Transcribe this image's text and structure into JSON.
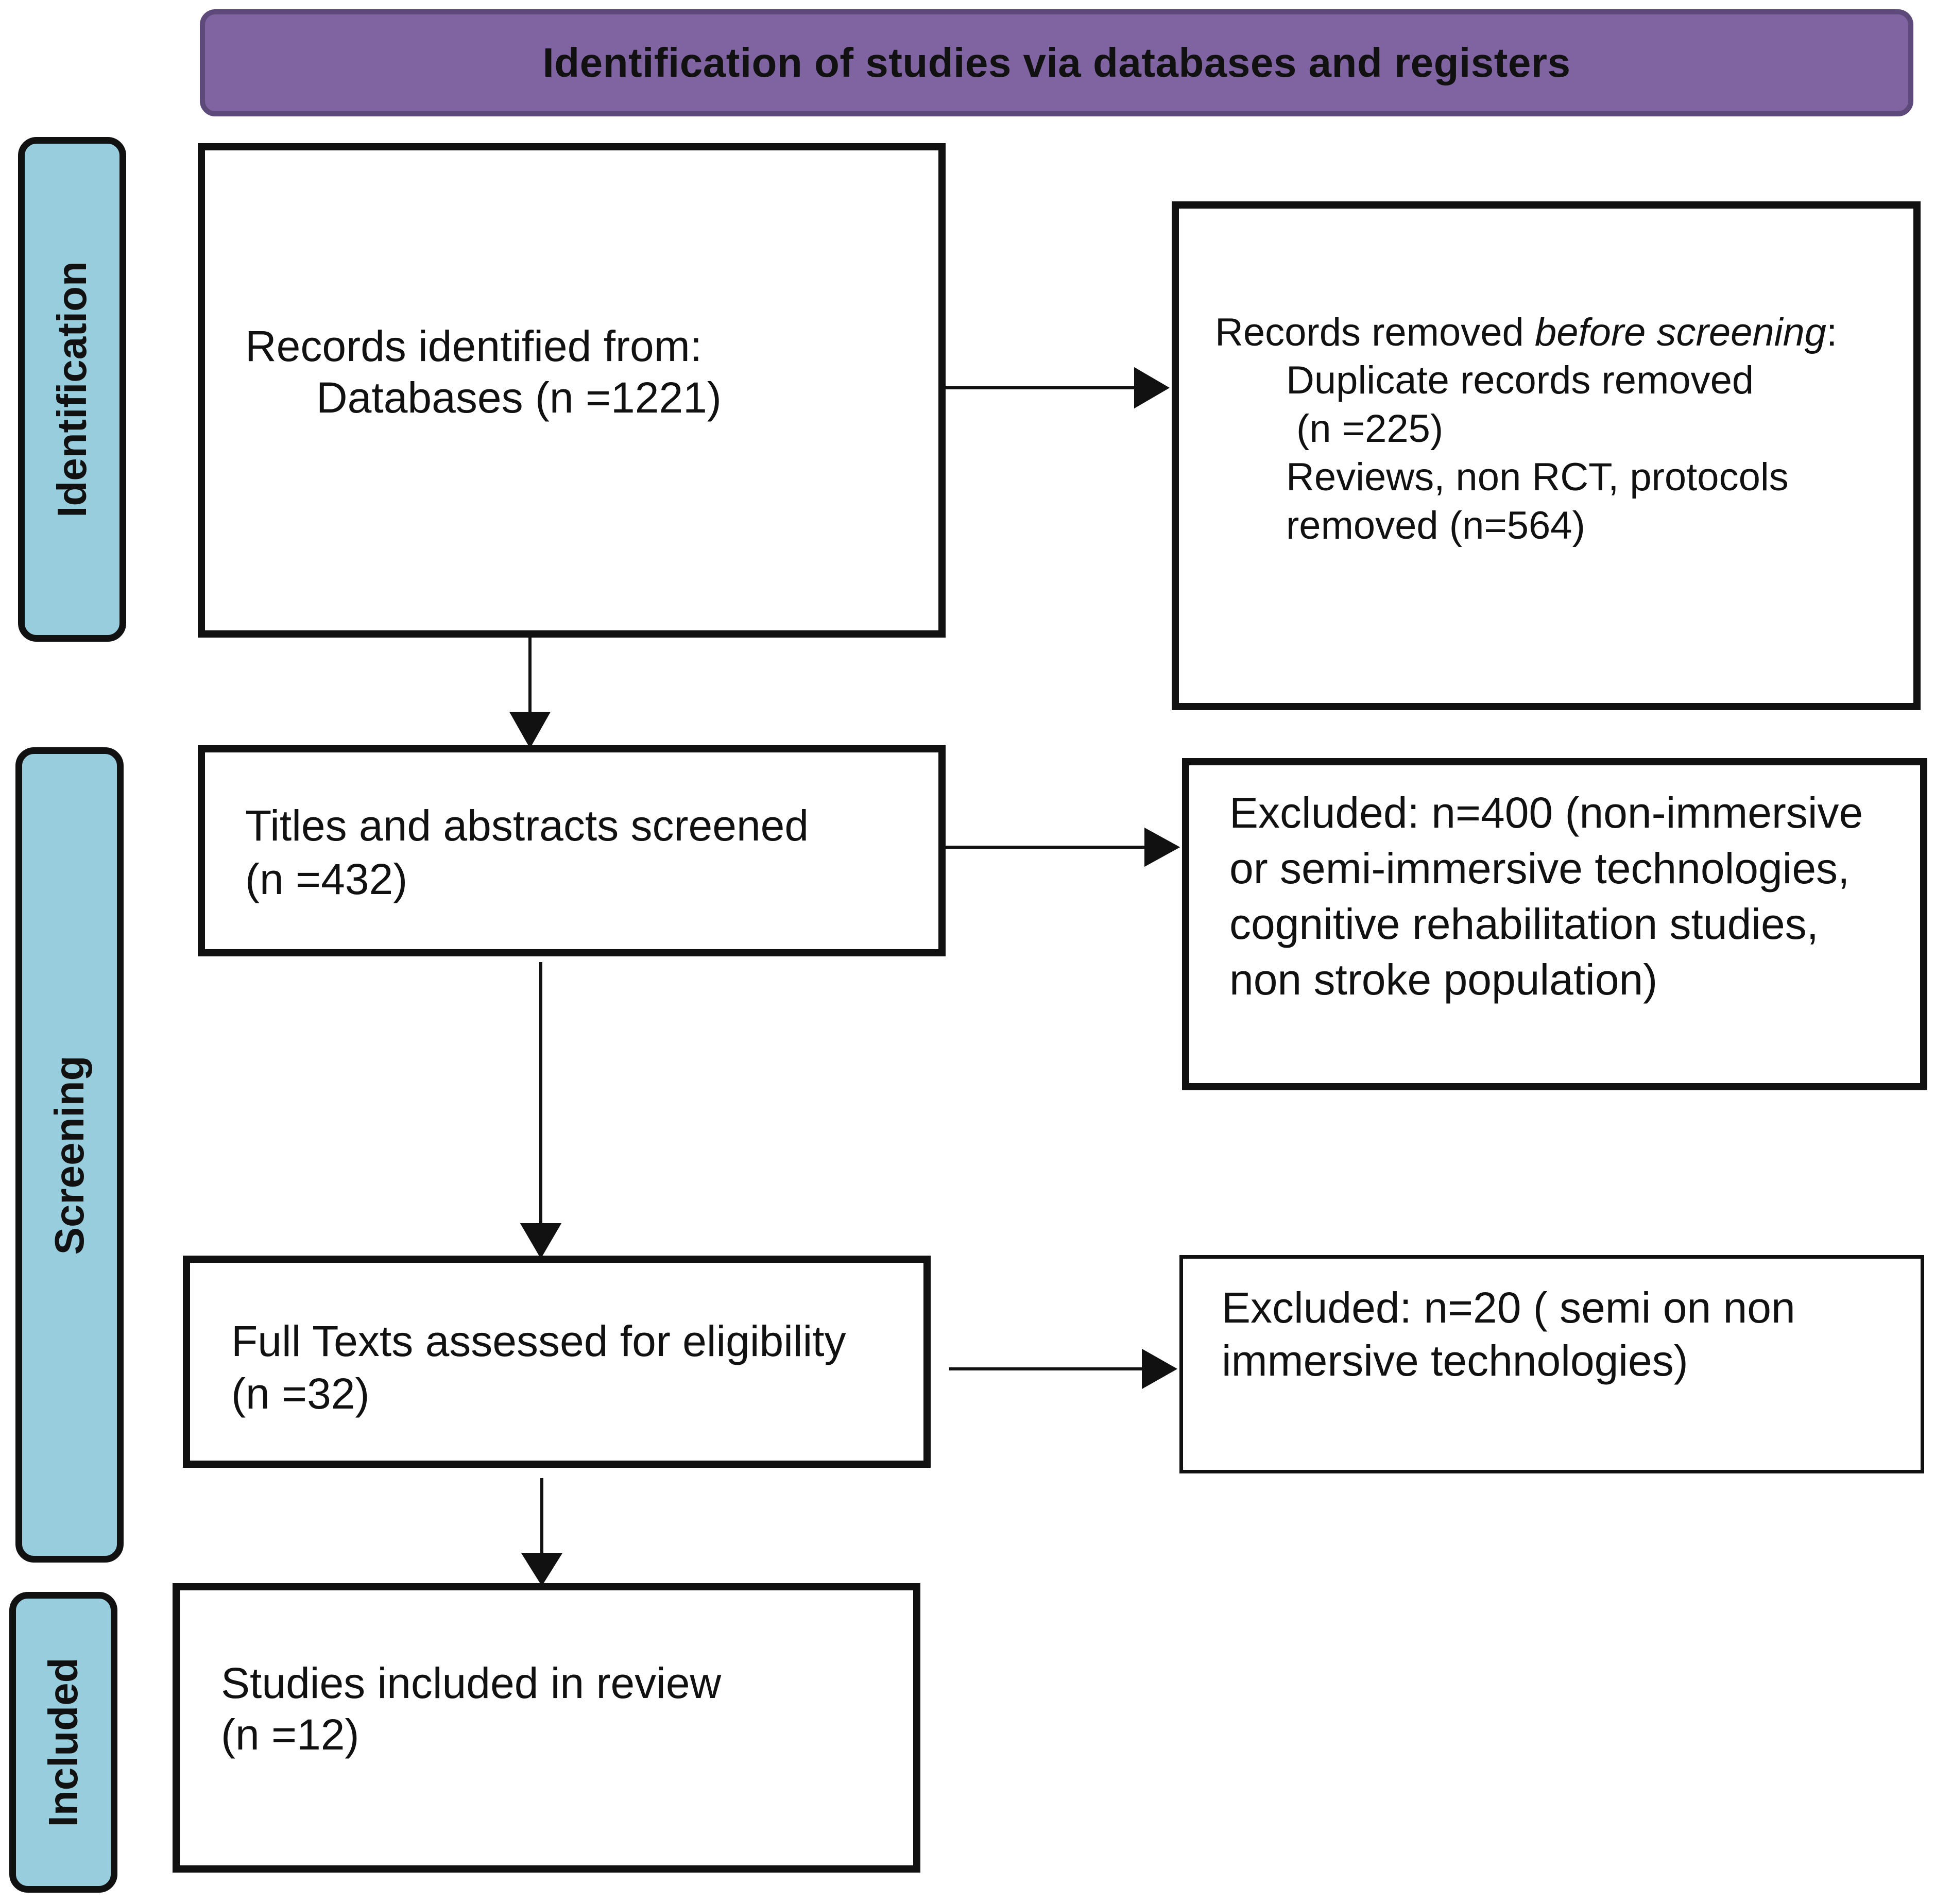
{
  "header": {
    "title": "Identification of studies via databases and registers"
  },
  "stages": {
    "identification": "Identification",
    "screening": "Screening",
    "included": "Included"
  },
  "boxes": {
    "records_identified": {
      "line1": "Records identified from:",
      "line2": "Databases (n =1221)"
    },
    "records_removed": {
      "heading_prefix": "Records removed ",
      "heading_italic": "before screening",
      "heading_suffix": ":",
      "line1": "Duplicate records removed",
      "line2": "(n =225)",
      "line3": "Reviews, non RCT, protocols",
      "line4": "removed (n=564)"
    },
    "titles_screened": {
      "line1": "Titles and abstracts screened",
      "line2": "(n =432)"
    },
    "excluded_1": {
      "line1": "Excluded: n=400 (non-immersive",
      "line2": "or semi-immersive technologies,",
      "line3": "cognitive rehabilitation studies,",
      "line4": "non stroke population)"
    },
    "full_texts": {
      "line1": "Full Texts assessed for eligibility",
      "line2": "(n =32)"
    },
    "excluded_2": {
      "line1": "Excluded: n=20 ( semi on non",
      "line2": "immersive technologies)"
    },
    "included": {
      "line1": "Studies included in review",
      "line2": "(n =12)"
    }
  },
  "colors": {
    "banner_fill": "#8064a2",
    "stage_fill": "#97cddc",
    "stroke": "#111111"
  }
}
